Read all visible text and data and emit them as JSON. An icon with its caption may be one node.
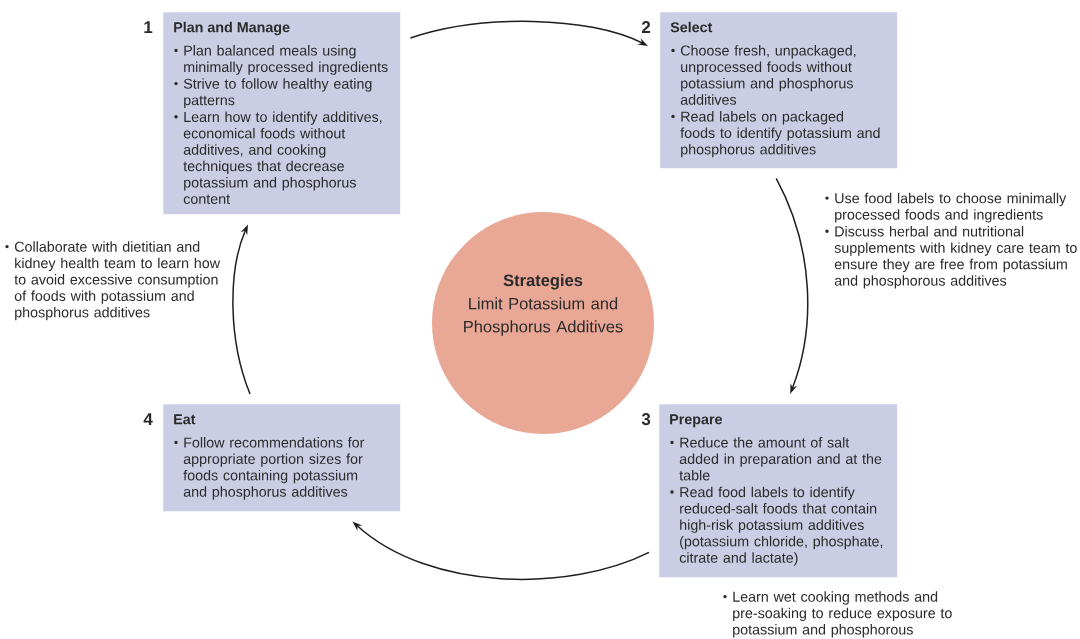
{
  "diagram": {
    "nodes": [
      {
        "text": [
          "Plan and Manage",
          "Plan balanced meals using minimally processed ingredients",
          "Strive to follow healthy eating patterns",
          "Learn how to identify additives, economical foods without additives, and cooking techniques that decrease potassium and phosphorus content"
        ]
      },
      {
        "text": [
          "Select",
          "Choose fresh, unpackaged, unprocessed foods without potassium and phosphorus additives",
          "Read labels on packaged foods to identify potassium and phosphorus additives"
        ]
      },
      {
        "text": [
          "Strategies",
          "Limit Potassium and Phosphorus Additives"
        ]
      },
      {
        "text": [
          "Eat",
          "Follow recommendations for appropriate portion sizes for foods containing potassium and phosphorus additives"
        ]
      },
      {
        "text": [
          "Prepare",
          "Reduce the amount of salt added in preparation and at the table",
          "Read food labels to identify reduced-salt foods that contain high-risk potassium additives (potassium chloride, phosphate, citrate and lactate)"
        ]
      }
    ],
    "edges": [
      {
        "from": 0,
        "to": 1,
        "arrow": "to"
      },
      {
        "from": 1,
        "to": 4,
        "arrow": "to"
      },
      {
        "from": 4,
        "to": 3,
        "arrow": "to"
      },
      {
        "from": 3,
        "to": 0,
        "arrow": "to"
      }
    ],
    "labels": [
      "1",
      "2",
      "Use food labels to choose minimally processed foods and ingredients",
      "Discuss herbal and nutritional supplements with kidney care team to ensure they are free from potassium and phosphorous additives",
      "Collaborate with dietitian and kidney health team to learn how to avoid excessive consumption of foods with potassium and phosphorus additives",
      "4",
      "3",
      "Learn wet cooking methods and pre-soaking to reduce exposure to potassium and phosphorous"
    ]
  }
}
